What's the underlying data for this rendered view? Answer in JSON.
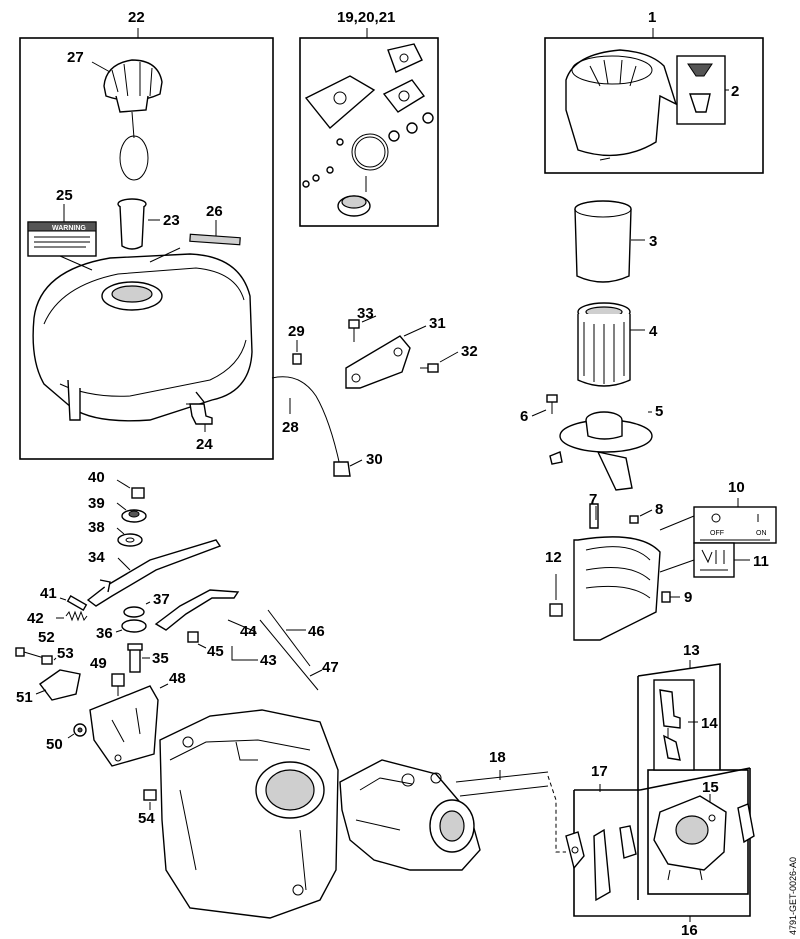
{
  "callouts": {
    "c1": "1",
    "c2": "2",
    "c3": "3",
    "c4": "4",
    "c5": "5",
    "c6": "6",
    "c7": "7",
    "c8": "8",
    "c9": "9",
    "c10": "10",
    "c11": "11",
    "c12": "12",
    "c13": "13",
    "c14": "14",
    "c15": "15",
    "c16": "16",
    "c17": "17",
    "c18": "18",
    "c19_21": "19,20,21",
    "c22": "22",
    "c23": "23",
    "c24": "24",
    "c25": "25",
    "c26": "26",
    "c27": "27",
    "c28": "28",
    "c29": "29",
    "c30": "30",
    "c31": "31",
    "c32": "32",
    "c33": "33",
    "c34": "34",
    "c35": "35",
    "c36": "36",
    "c37": "37",
    "c38": "38",
    "c39": "39",
    "c40": "40",
    "c41": "41",
    "c42": "42",
    "c43": "43",
    "c44": "44",
    "c45": "45",
    "c46": "46",
    "c47": "47",
    "c48": "48",
    "c49": "49",
    "c50": "50",
    "c51": "51",
    "c52": "52",
    "c53": "53",
    "c54": "54"
  },
  "label_text": {
    "warning": "WARNING",
    "switch_off": "OFF",
    "switch_on": "ON",
    "switch_off_symbol": "O",
    "switch_on_symbol": "I"
  },
  "document_id": "4791-GET-0026-A0"
}
